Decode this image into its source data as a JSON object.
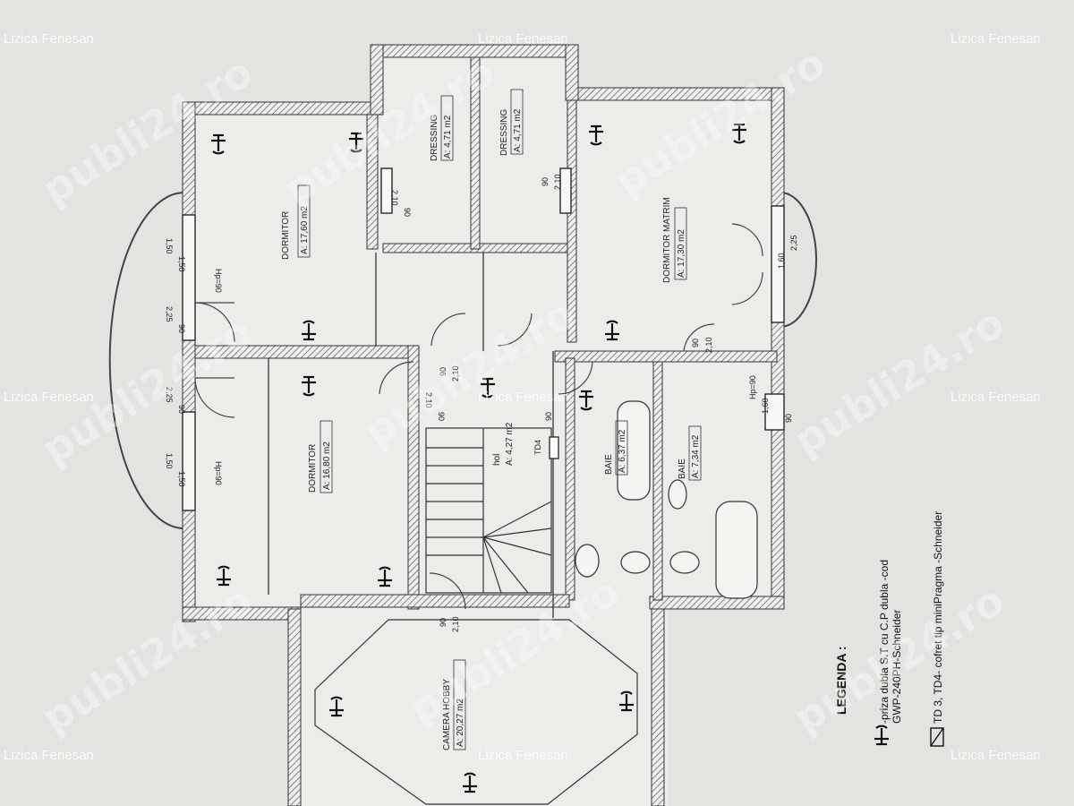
{
  "watermarks": {
    "author": "Lizica Fenesan",
    "site": "publi24.ro"
  },
  "rooms": {
    "dormitor_top": {
      "name": "DORMITOR",
      "area": "A: 17,60 m2"
    },
    "dressing_1": {
      "name": "DRESSING",
      "area": "A: 4,71 m2"
    },
    "dressing_2": {
      "name": "DRESSING",
      "area": "A: 4,71 m2"
    },
    "dormitor_matrim": {
      "name": "DORMITOR MATRIM",
      "area": "A: 17,30 m2"
    },
    "dormitor_bottom": {
      "name": "DORMITOR",
      "area": "A: 16,80 m2"
    },
    "hol": {
      "name": "hol",
      "area": "A: 4,27 m2"
    },
    "baie_1": {
      "name": "BAIE",
      "area": "A: 6,37 m2"
    },
    "baie_2": {
      "name": "BAIE",
      "area": "A: 7,34 m2"
    },
    "camera_hobby": {
      "name": "CAMERA HOBBY",
      "area": "A: 20,27 m2"
    }
  },
  "dimensions": {
    "hp90": "Hp=90",
    "d150": "1,50",
    "d225": "2,25",
    "d90": "90",
    "d210": "2,10",
    "d160": "1,60",
    "td4": "TD4"
  },
  "legend": {
    "title": "LEGENDA :",
    "item1_line1": "-priza dubla S.T cu C.P dubla -cod",
    "item1_line2": "GWP-240PH-Schneider",
    "item2": "TD 3, TD4- cofret tip miniPragma -Schneider"
  }
}
